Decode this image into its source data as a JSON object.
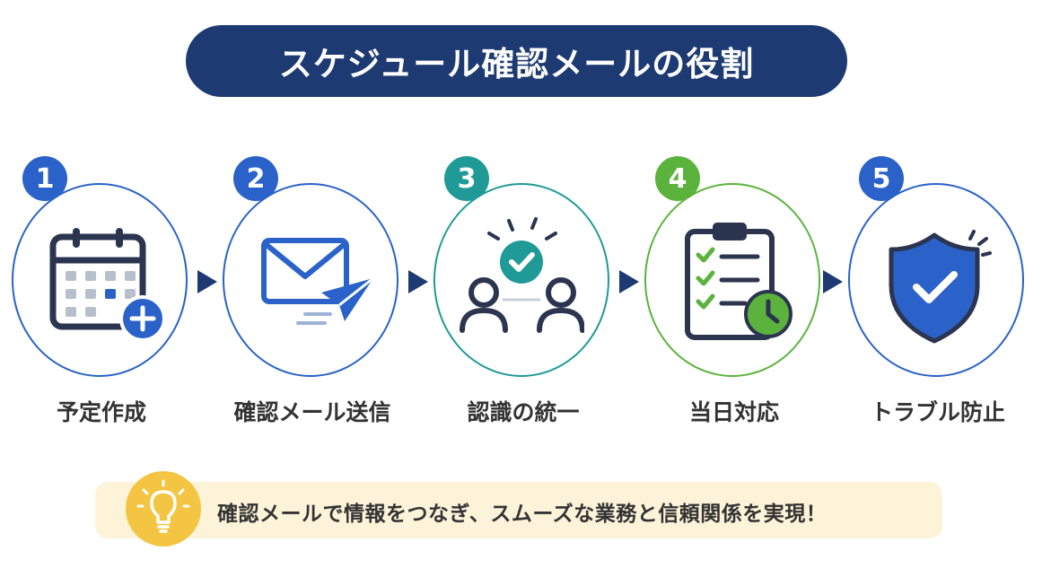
{
  "title": "スケジュール確認メールの役割",
  "steps": [
    {
      "number": "1",
      "label": "予定作成",
      "icon": "calendar-plus-icon",
      "badge_color": "#2a62c9",
      "ring_color": "#2a62c9"
    },
    {
      "number": "2",
      "label": "確認メール送信",
      "icon": "email-send-icon",
      "badge_color": "#2a62c9",
      "ring_color": "#2a62c9"
    },
    {
      "number": "3",
      "label": "認識の統一",
      "icon": "people-check-icon",
      "badge_color": "#1f9a96",
      "ring_color": "#1f9a96"
    },
    {
      "number": "4",
      "label": "当日対応",
      "icon": "checklist-clock-icon",
      "badge_color": "#5bb33e",
      "ring_color": "#5bb33e"
    },
    {
      "number": "5",
      "label": "トラブル防止",
      "icon": "shield-check-icon",
      "badge_color": "#2a62c9",
      "ring_color": "#2a62c9"
    }
  ],
  "message": "確認メールで情報をつなぎ、スムーズな業務と信頼関係を実現！",
  "colors": {
    "title_bg": "#1d3a72",
    "arrow": "#1d3a72",
    "banner_bg": "#fdf3d9",
    "bulb": "#f4c542"
  }
}
